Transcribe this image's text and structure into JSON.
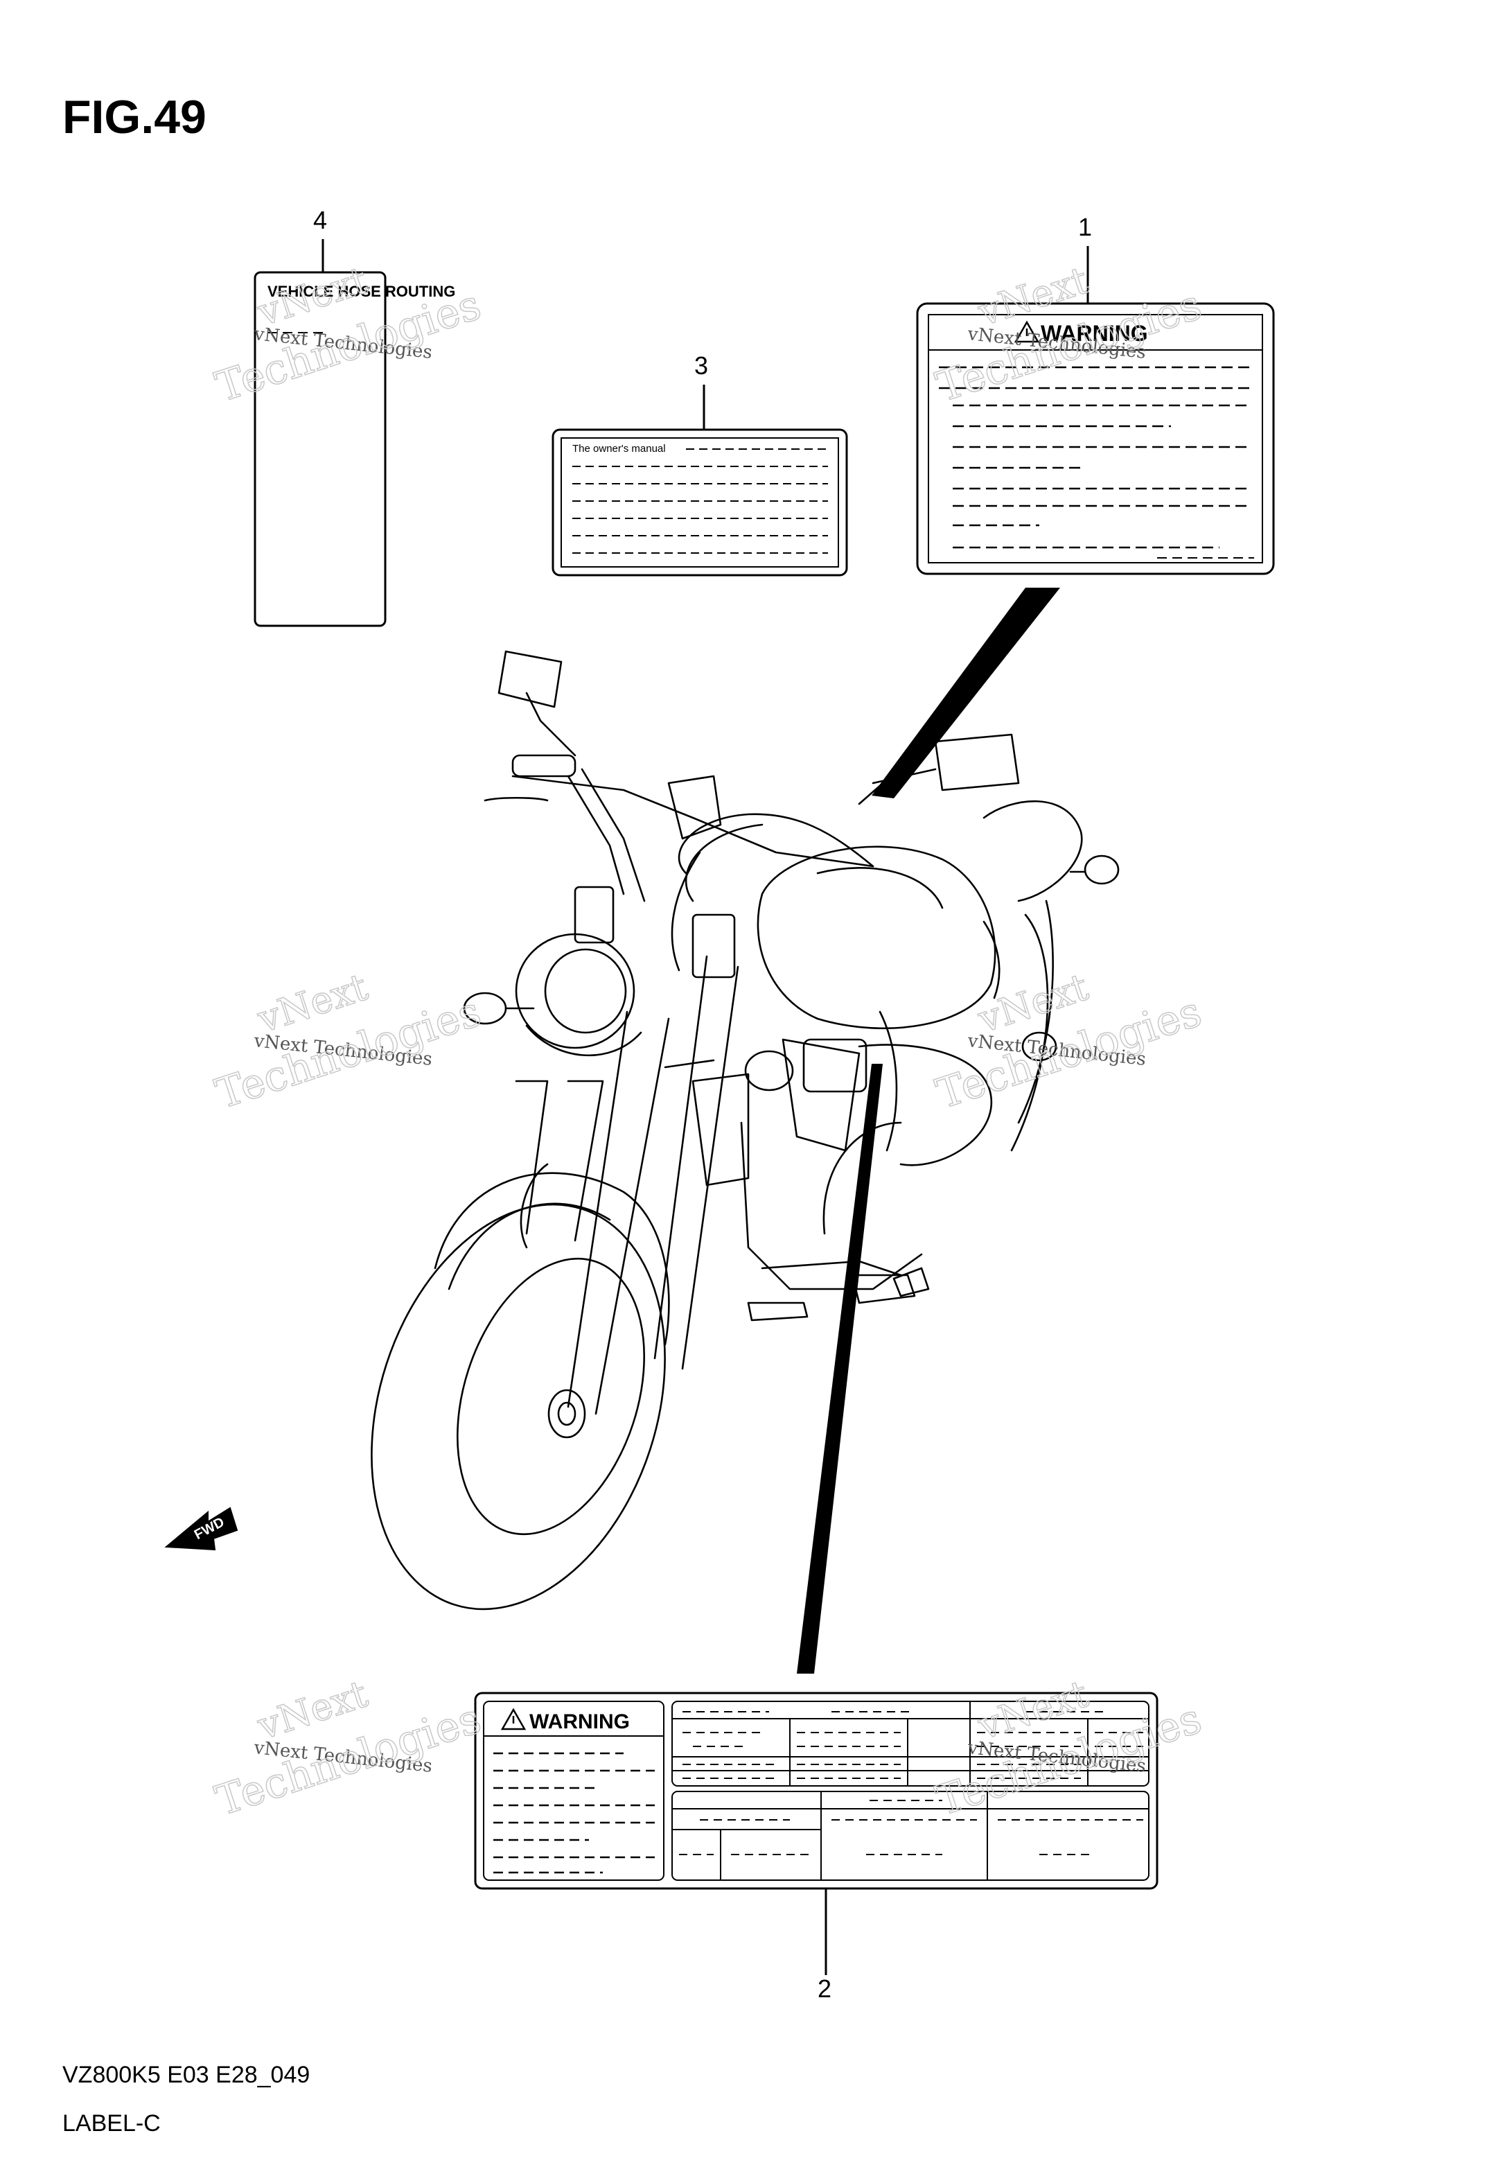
{
  "figure": {
    "title": "FIG.49",
    "model_code": "VZ800K5 E03 E28_049",
    "group_name": "LABEL-C"
  },
  "callouts": [
    "4",
    "3",
    "1",
    "2"
  ],
  "labels": {
    "hose_routing": "VEHICLE HOSE ROUTING",
    "owners_manual": "The owner's manual",
    "warning_1": "WARNING",
    "warning_2": "WARNING"
  },
  "direction_arrow": "FWD",
  "watermark": {
    "line1": "vNext",
    "line2": "vNext Technologies",
    "line3": "Technologies"
  }
}
